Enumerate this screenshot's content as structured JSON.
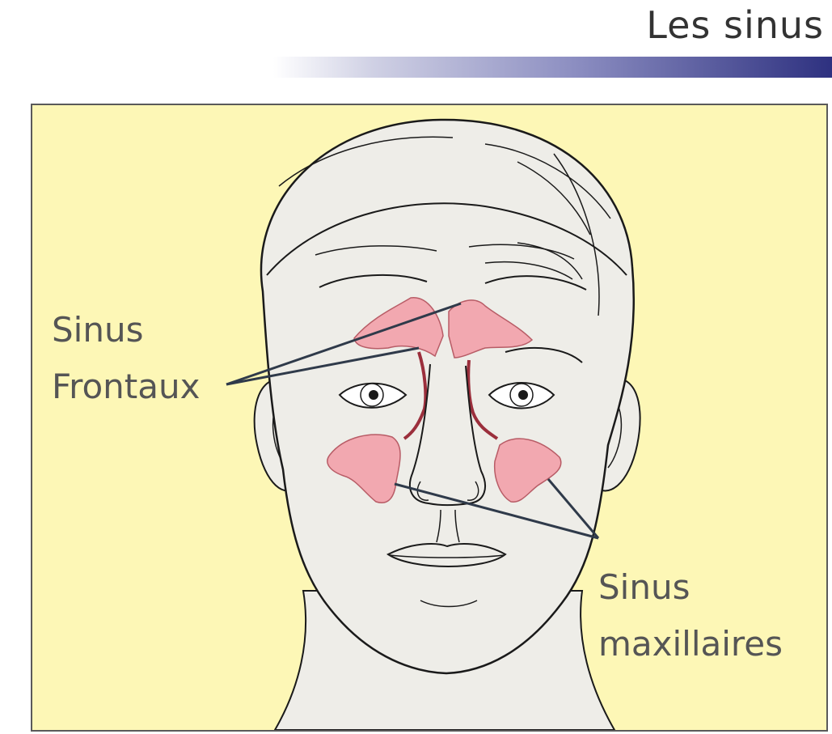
{
  "slide": {
    "title": "Les sinus",
    "accent_gradient": [
      "#ffffff",
      "#8a8cc0",
      "#2e3180"
    ]
  },
  "illustration": {
    "background_color": "#fdf7b6",
    "skin_color": "#eeede8",
    "sinus_color": "#f2a8b0",
    "label_frontal": {
      "line1": "Sinus",
      "line2": "Frontaux"
    },
    "label_maxillary": {
      "line1": "Sinus",
      "line2": "maxillaires"
    }
  }
}
